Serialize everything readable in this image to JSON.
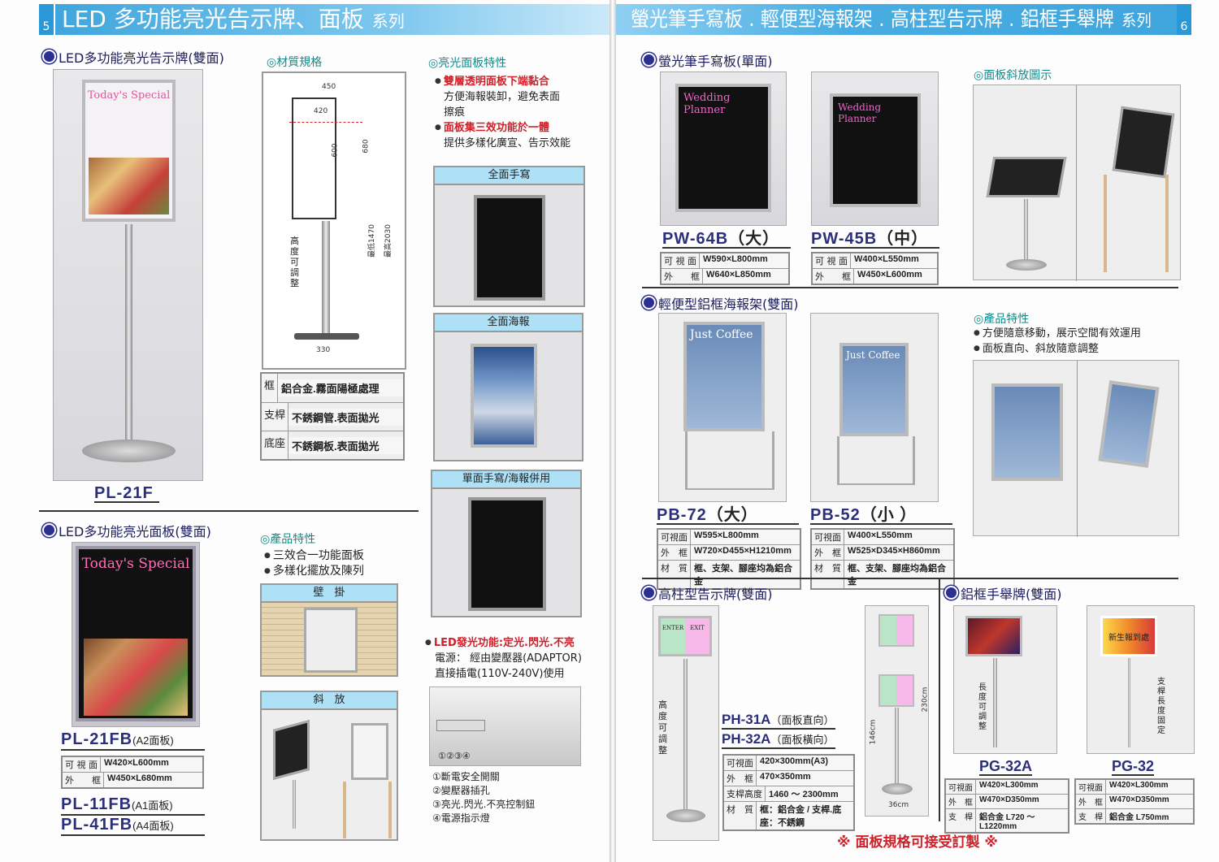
{
  "left_page": {
    "page_number": "5",
    "header": {
      "title": "LED 多功能亮光告示牌、面板",
      "series": "系列"
    },
    "sign": {
      "section_title": "LED多功能亮光告示牌(雙面)",
      "model": "PL-21F",
      "board_text": "Today's Special",
      "material": {
        "heading": "材質規格",
        "dims": {
          "width_outer": "450",
          "width_inner": "420",
          "height_inner": "600",
          "height_outer": "680",
          "base": "330",
          "min": "最低1470",
          "max": "最高2030",
          "adjust": "高度可調整"
        },
        "rows": [
          [
            "框",
            "鋁合金.霧面陽極處理"
          ],
          [
            "支桿",
            "不銹鋼管.表面拋光"
          ],
          [
            "底座",
            "不銹鋼板.表面拋光"
          ]
        ]
      },
      "features": {
        "heading": "亮光面板特性",
        "items": [
          {
            "text": "雙層透明面板下端黏合",
            "highlight": true
          },
          {
            "text": "方便海報裝卸，避免表面",
            "highlight": false
          },
          {
            "text": "擦痕",
            "highlight": false
          },
          {
            "text": "面板集三效功能於一體",
            "highlight": true
          },
          {
            "text": "提供多樣化廣宣、告示效能",
            "highlight": false
          }
        ]
      },
      "modes": [
        "全面手寫",
        "全面海報",
        "單面手寫/海報併用"
      ]
    },
    "panel": {
      "section_title": "LED多功能亮光面板(雙面)",
      "board_text": "Today's Special",
      "models": [
        {
          "code": "PL-21FB",
          "note": "(A2面板)"
        },
        {
          "code": "PL-11FB",
          "note": "(A1面板)"
        },
        {
          "code": "PL-41FB",
          "note": "(A4面板)"
        }
      ],
      "rows": [
        [
          "可 視 面",
          "W420×L600mm"
        ],
        [
          "外　　框",
          "W450×L680mm"
        ]
      ],
      "features": {
        "heading": "產品特性",
        "items": [
          "三效合一功能面板",
          "多樣化擺放及陳列"
        ]
      },
      "placements": [
        "壁　掛",
        "斜　放"
      ],
      "led": {
        "title": "LED發光功能:定光.閃光.不亮",
        "power": "電源： 經由變壓器(ADAPTOR)",
        "plug": "直接插電(110V-240V)使用"
      },
      "control_marks": "①②③④",
      "controls": [
        "①斷電安全開關",
        "②變壓器插孔",
        "③亮光.閃光.不亮控制鈕",
        "④電源指示燈"
      ]
    }
  },
  "right_page": {
    "page_number": "6",
    "header": {
      "title": "螢光筆手寫板 . 輕便型海報架 . 高柱型告示牌 . 鋁框手舉牌",
      "series": "系列"
    },
    "writing_board": {
      "section_title": "螢光筆手寫板(單面)",
      "board_text": "Wedding Planner",
      "tilt_heading": "面板斜放圖示",
      "products": [
        {
          "code": "PW-64B",
          "size": "（大）",
          "rows": [
            [
              "可 視 面",
              "W590×L800mm"
            ],
            [
              "外　　框",
              "W640×L850mm"
            ]
          ]
        },
        {
          "code": "PW-45B",
          "size": "（中）",
          "rows": [
            [
              "可 視 面",
              "W400×L550mm"
            ],
            [
              "外　　框",
              "W450×L600mm"
            ]
          ]
        }
      ]
    },
    "poster_stand": {
      "section_title": "輕便型鋁框海報架(雙面)",
      "poster_text": "Just Coffee",
      "features": {
        "heading": "產品特性",
        "items": [
          "方便隨意移動，展示空間有效運用",
          "面板直向、斜放隨意調整"
        ]
      },
      "products": [
        {
          "code": "PB-72",
          "size": "（大）",
          "rows": [
            [
              "可視面",
              "W595×L800mm"
            ],
            [
              "外　框",
              "W720×D455×H1210mm"
            ],
            [
              "材　質",
              "框、支架、腳座均為鋁合金"
            ]
          ]
        },
        {
          "code": "PB-52",
          "size": "（小 ）",
          "rows": [
            [
              "可視面",
              "W400×L550mm"
            ],
            [
              "外　框",
              "W525×D345×H860mm"
            ],
            [
              "材　質",
              "框、支架、腳座均為鋁合金"
            ]
          ]
        }
      ]
    },
    "tall_sign": {
      "section_title": "高柱型告示牌(雙面)",
      "enter": "ENTER",
      "exit": "EXIT",
      "adjust": "高度可調整",
      "dims": {
        "min": "146cm",
        "max": "230cm",
        "base": "36cm"
      },
      "models": [
        {
          "code": "PH-31A",
          "note": "（面板直向）"
        },
        {
          "code": "PH-32A",
          "note": "（面板橫向）"
        }
      ],
      "rows": [
        [
          "可視面",
          "420×300mm(A3)"
        ],
        [
          "外　框",
          "470×350mm"
        ],
        [
          "支桿高度",
          "1460 ～ 2300mm"
        ],
        [
          "材　質",
          "框：鋁合金 / 支桿.底座：不銹鋼"
        ]
      ]
    },
    "hand_sign": {
      "section_title": "鋁框手舉牌(雙面)",
      "sign_text": "新生報到處",
      "adjust_label": "長度可調整",
      "fixed_label": "支桿長度固定",
      "products": [
        {
          "code": "PG-32A",
          "rows": [
            [
              "可視面",
              "W420×L300mm"
            ],
            [
              "外　框",
              "W470×D350mm"
            ],
            [
              "支　桿",
              "鋁合金 L720 ～ L1220mm"
            ]
          ]
        },
        {
          "code": "PG-32",
          "rows": [
            [
              "可視面",
              "W420×L300mm"
            ],
            [
              "外　框",
              "W470×D350mm"
            ],
            [
              "支　桿",
              "鋁合金 L750mm"
            ]
          ]
        }
      ]
    },
    "custom_note": "※ 面板規格可接受訂製 ※"
  },
  "colors": {
    "header": "#3fa6dd",
    "model": "#2b2f7a",
    "highlight": "#d0202a",
    "subheading": "#138a8a",
    "mode_header": "#aee0f6"
  }
}
